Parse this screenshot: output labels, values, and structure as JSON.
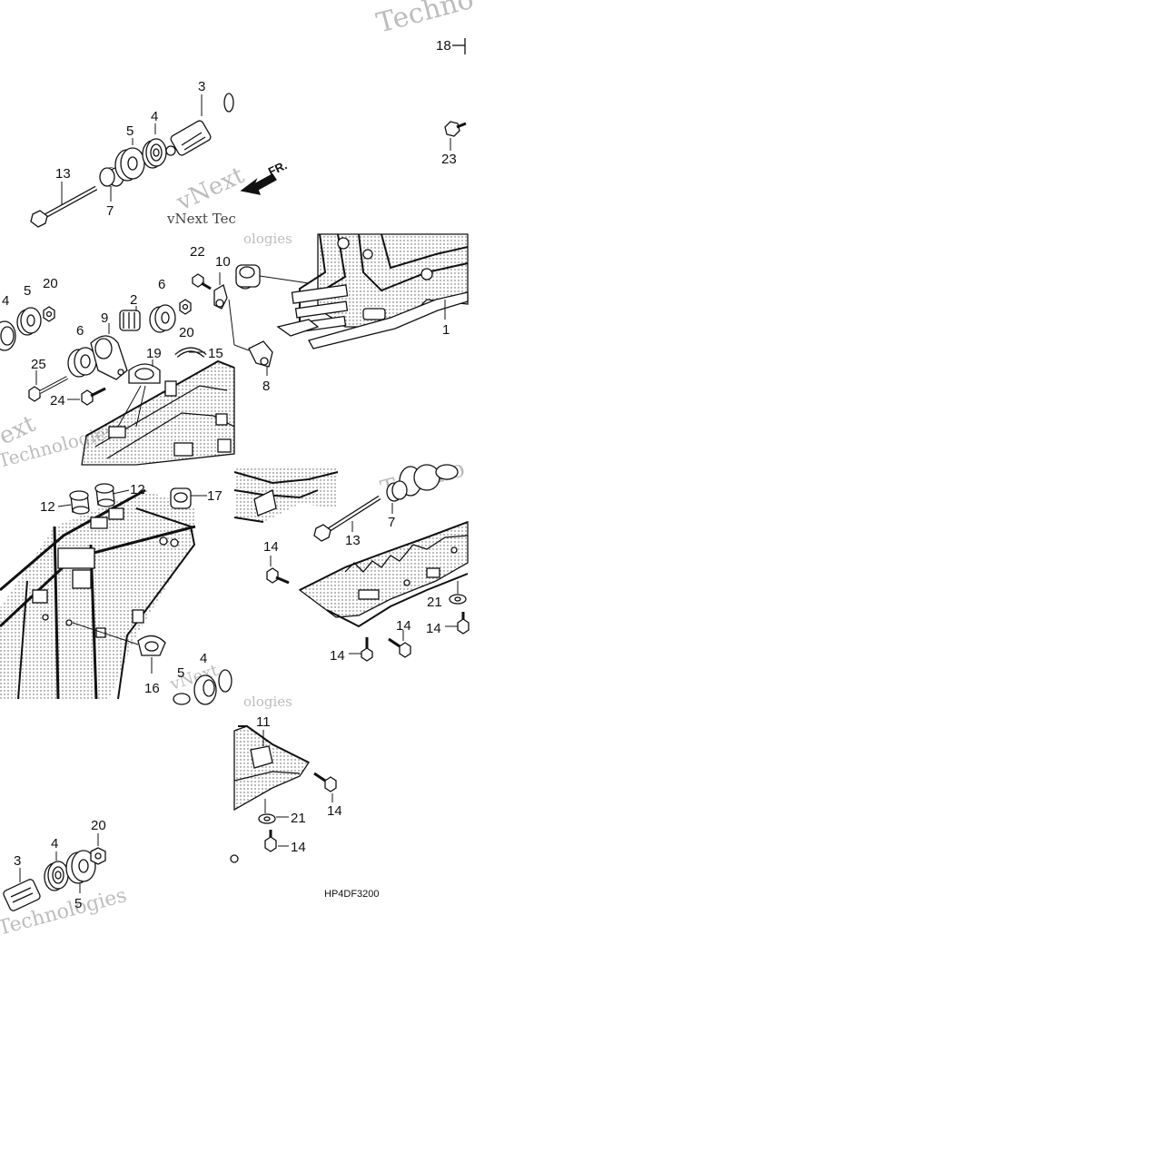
{
  "diagram": {
    "drawing_code": "HP4DF3200",
    "front_arrow_label": "FR.",
    "watermark_words": {
      "brand": "vNext",
      "tech": "Techno",
      "tech_full": "Technologies",
      "tec": "vNext Tec",
      "ext": "ext",
      "ologies": "ologies"
    },
    "callouts": {
      "p18": "18",
      "p3a": "3",
      "p4a": "4",
      "p5a": "5",
      "p7a": "7",
      "p13a": "13",
      "p23": "23",
      "p22": "22",
      "p10": "10",
      "p20a": "20",
      "p5b": "5",
      "p4b": "4",
      "p2": "2",
      "p6a": "6",
      "p20b": "20",
      "p6b": "6",
      "p9": "9",
      "p19": "19",
      "p15": "15",
      "p25": "25",
      "p24": "24",
      "p1": "1",
      "p8": "8",
      "p12a": "12",
      "p12b": "12",
      "p17": "17",
      "p16": "16",
      "p5c": "5",
      "p4c": "4",
      "p13b": "13",
      "p7b": "7",
      "p14a": "14",
      "p21a": "21",
      "p14b": "14",
      "p14c": "14",
      "p14d": "14",
      "p11": "11",
      "p14e": "14",
      "p21b": "21",
      "p14f": "14",
      "p20c": "20",
      "p3b": "3",
      "p4d": "4",
      "p5d": "5"
    }
  }
}
